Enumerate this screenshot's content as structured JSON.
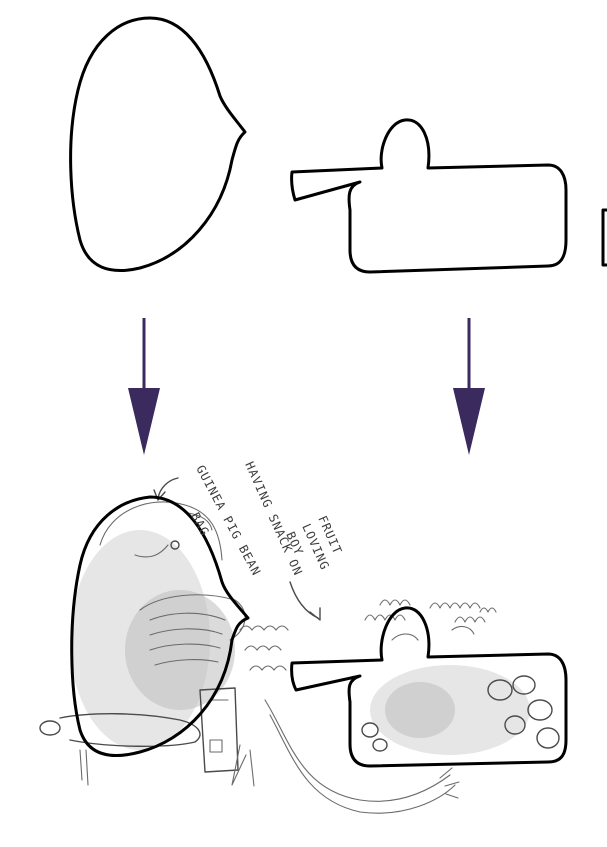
{
  "colors": {
    "arrow": "#3b2a5e",
    "outline": "#000000",
    "sketch": "#6b6b6b",
    "background": "#ffffff"
  },
  "annotations": {
    "left_note": [
      "GUINEA PIG BEAN",
      "BAG"
    ],
    "middle_note": [
      "HAVING SNACK ON"
    ],
    "right_note": [
      "FRUIT",
      "LOVING",
      "BOY"
    ]
  }
}
